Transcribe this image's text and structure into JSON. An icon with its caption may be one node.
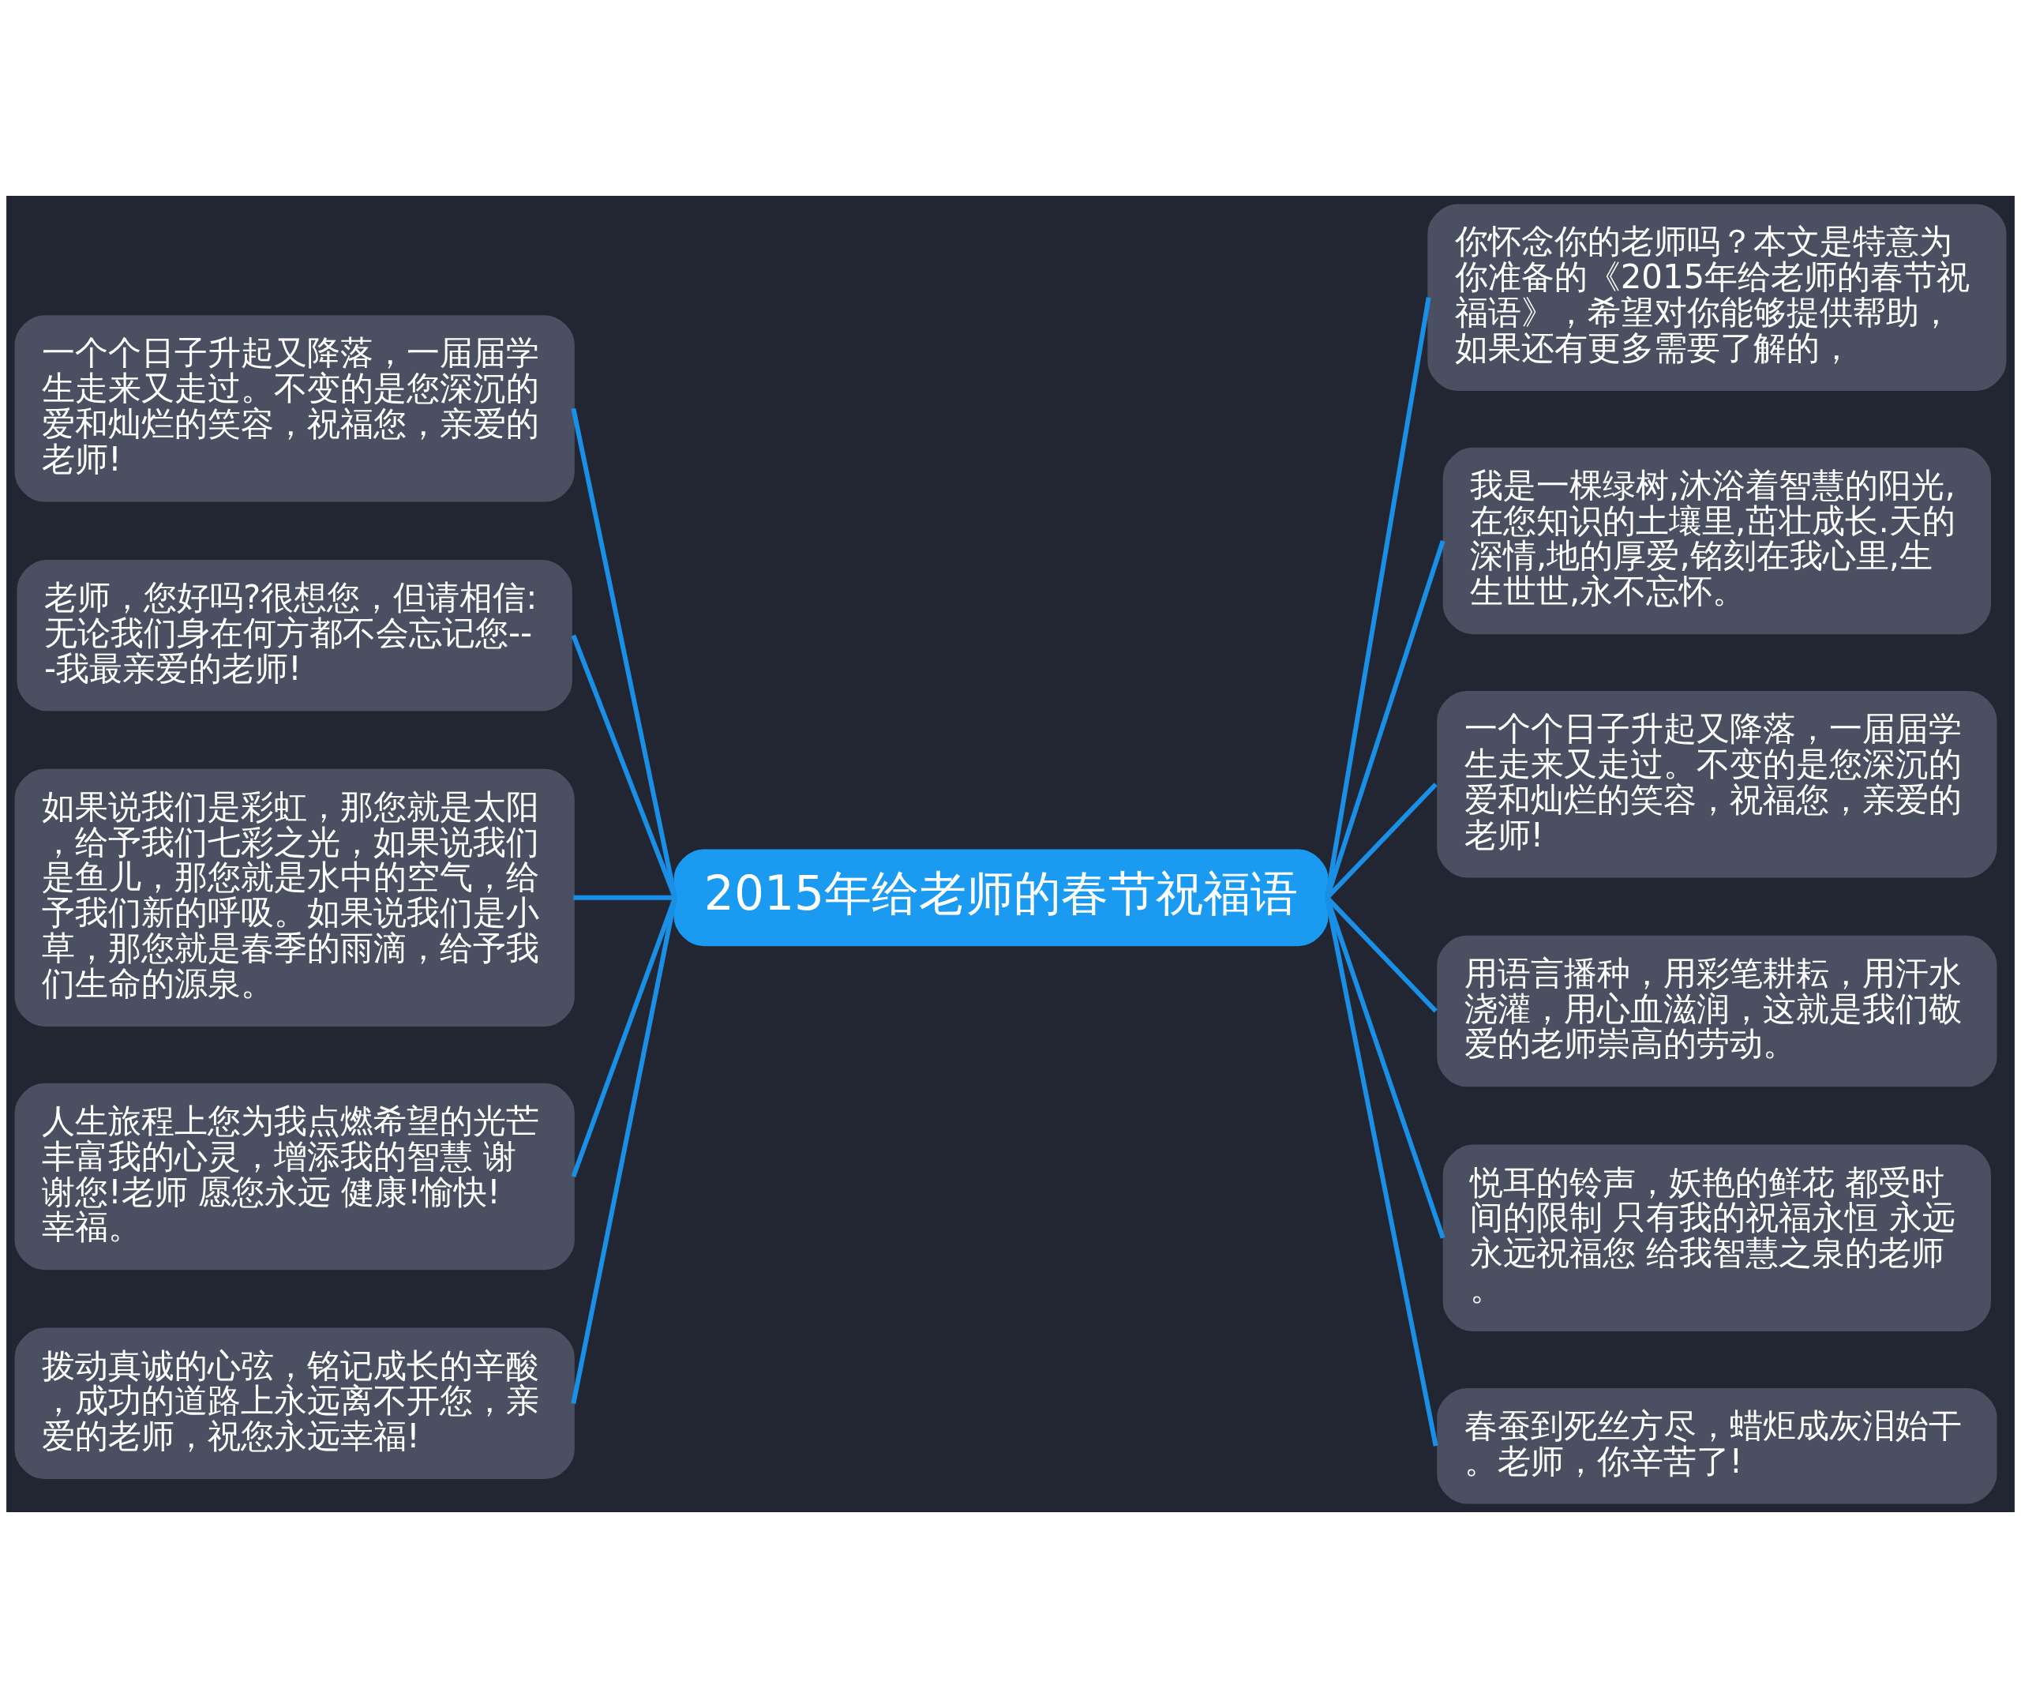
{
  "diagram": {
    "nodes": [
      {
        "text": [
          "一个个日子升起又降落，一届届学生走来又走过。不变的是您深沉的爱和灿烂的笑容，祝福您，亲爱的老师!"
        ]
      },
      {
        "text": [
          "老师，您好吗?很想您，但请相信:无论我们身在何方都不会忘记您---我最亲爱的老师!"
        ]
      },
      {
        "text": [
          "如果说我们是彩虹，那您就是太阳，给予我们七彩之光，如果说我们是鱼儿，那您就是水中的空气，给予我们新的呼吸。如果说我们是小草，那您就是春季的雨滴，给予我们生命的源泉。"
        ]
      },
      {
        "text": [
          "人生旅程上您为我点燃希望的光芒丰富我的心灵，增添我的智慧 谢谢您!老师 愿您永远 健康!愉快!幸福。"
        ]
      },
      {
        "text": [
          "拨动真诚的心弦，铭记成长的辛酸，成功的道路上永远离不开您，亲爱的老师，祝您永远幸福!"
        ]
      },
      {
        "text": [
          "2015年给老师的春节祝福语"
        ]
      },
      {
        "text": [
          "你怀念你的老师吗？本文是特意为你准备的《2015年给老师的春节祝福语》，希望对你能够提供帮助，如果还有更多需要了解的，"
        ]
      },
      {
        "text": [
          "我是一棵绿树,沐浴着智慧的阳光,在您知识的土壤里,茁壮成长.天的深情,地的厚爱,铭刻在我心里,生生世世,永不忘怀。"
        ]
      },
      {
        "text": [
          "一个个日子升起又降落，一届届学生走来又走过。不变的是您深沉的爱和灿烂的笑容，祝福您，亲爱的老师!"
        ]
      },
      {
        "text": [
          "用语言播种，用彩笔耕耘，用汗水浇灌，用心血滋润，这就是我们敬爱的老师崇高的劳动。"
        ]
      },
      {
        "text": [
          "悦耳的铃声，妖艳的鲜花 都受时间的限制 只有我的祝福永恒 永远永远祝福您 给我智慧之泉的老师。"
        ]
      },
      {
        "text": [
          "春蚕到死丝方尽，蜡炬成灰泪始干。老师，你辛苦了!"
        ]
      }
    ],
    "edges": [
      {
        "from": 0,
        "to": 5,
        "arrow": "none"
      },
      {
        "from": 1,
        "to": 5,
        "arrow": "none"
      },
      {
        "from": 2,
        "to": 5,
        "arrow": "none"
      },
      {
        "from": 3,
        "to": 5,
        "arrow": "none"
      },
      {
        "from": 4,
        "to": 5,
        "arrow": "none"
      },
      {
        "from": 5,
        "to": 6,
        "arrow": "none"
      },
      {
        "from": 5,
        "to": 7,
        "arrow": "none"
      },
      {
        "from": 5,
        "to": 8,
        "arrow": "none"
      },
      {
        "from": 5,
        "to": 9,
        "arrow": "none"
      },
      {
        "from": 5,
        "to": 10,
        "arrow": "none"
      },
      {
        "from": 5,
        "to": 11,
        "arrow": "none"
      }
    ]
  }
}
